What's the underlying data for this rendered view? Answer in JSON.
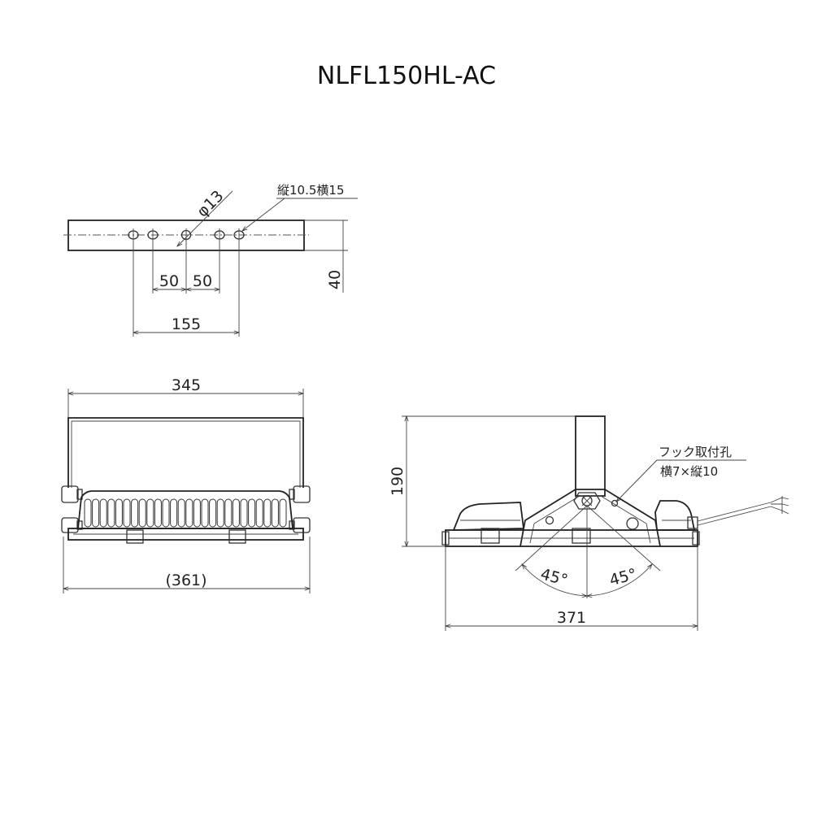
{
  "title": "NLFL150HL-AC",
  "top_view": {
    "hole_dia": "φ13",
    "slot_note": "縦10.5横15",
    "pitch_left": "50",
    "pitch_right": "50",
    "span": "155",
    "height": "40"
  },
  "front_view": {
    "width": "345",
    "overall_width": "(361)"
  },
  "side_view": {
    "height": "190",
    "hook_note_line1": "フック取付孔",
    "hook_note_line2": "横7×縦10",
    "angle_left": "45°",
    "angle_right": "45°",
    "depth": "371"
  }
}
